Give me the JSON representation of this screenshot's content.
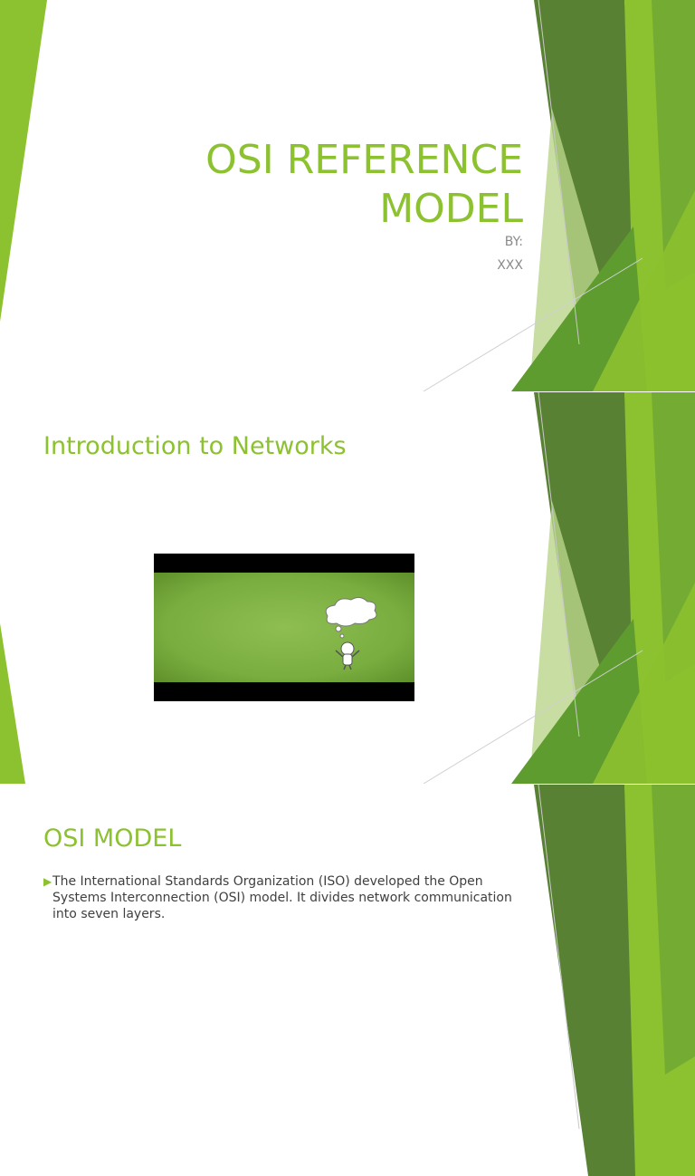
{
  "slides": {
    "title_slide": {
      "title_line1": "OSI REFERENCE",
      "title_line2": "MODEL",
      "by_label": "BY:",
      "author": "XXX"
    },
    "intro_slide": {
      "heading": "Introduction to Networks",
      "video_thumbnail": "cartoon-character-with-thought-bubble"
    },
    "osi_slide": {
      "heading": "OSI MODEL",
      "bullets": [
        "The International Standards Organization (ISO) developed the Open Systems Interconnection (OSI) model. It divides network communication into seven layers."
      ]
    }
  },
  "colors": {
    "accent": "#8cc12f",
    "dark_green": "#4f7a28",
    "mid_green": "#6aa335",
    "light_green": "#b9d48a",
    "subtitle_gray": "#8a8a8a"
  }
}
